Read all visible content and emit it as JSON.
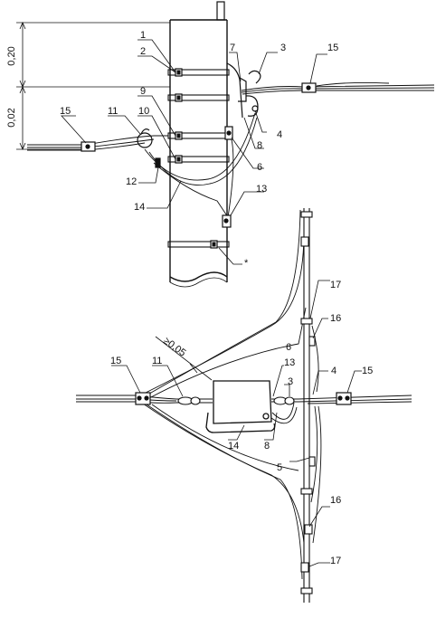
{
  "dimensions": {
    "upper": "0,20",
    "lower": "0,02",
    "offset": "≥0,05"
  },
  "top_view": {
    "labels": {
      "n1": "1",
      "n2": "2",
      "n3": "3",
      "n4": "4",
      "n6": "6",
      "n7": "7",
      "n8": "8",
      "n9": "9",
      "n10": "10",
      "n11": "11",
      "n12": "12",
      "n13": "13",
      "n14": "14",
      "n15a": "15",
      "n15b": "15",
      "star": "*"
    }
  },
  "bottom_view": {
    "labels": {
      "n3": "3",
      "n4": "4",
      "n5": "5",
      "n6": "6",
      "n8": "8",
      "n11": "11",
      "n13": "13",
      "n14": "14",
      "n15a": "15",
      "n15b": "15",
      "n16a": "16",
      "n16b": "16",
      "n17a": "17",
      "n17b": "17"
    }
  }
}
